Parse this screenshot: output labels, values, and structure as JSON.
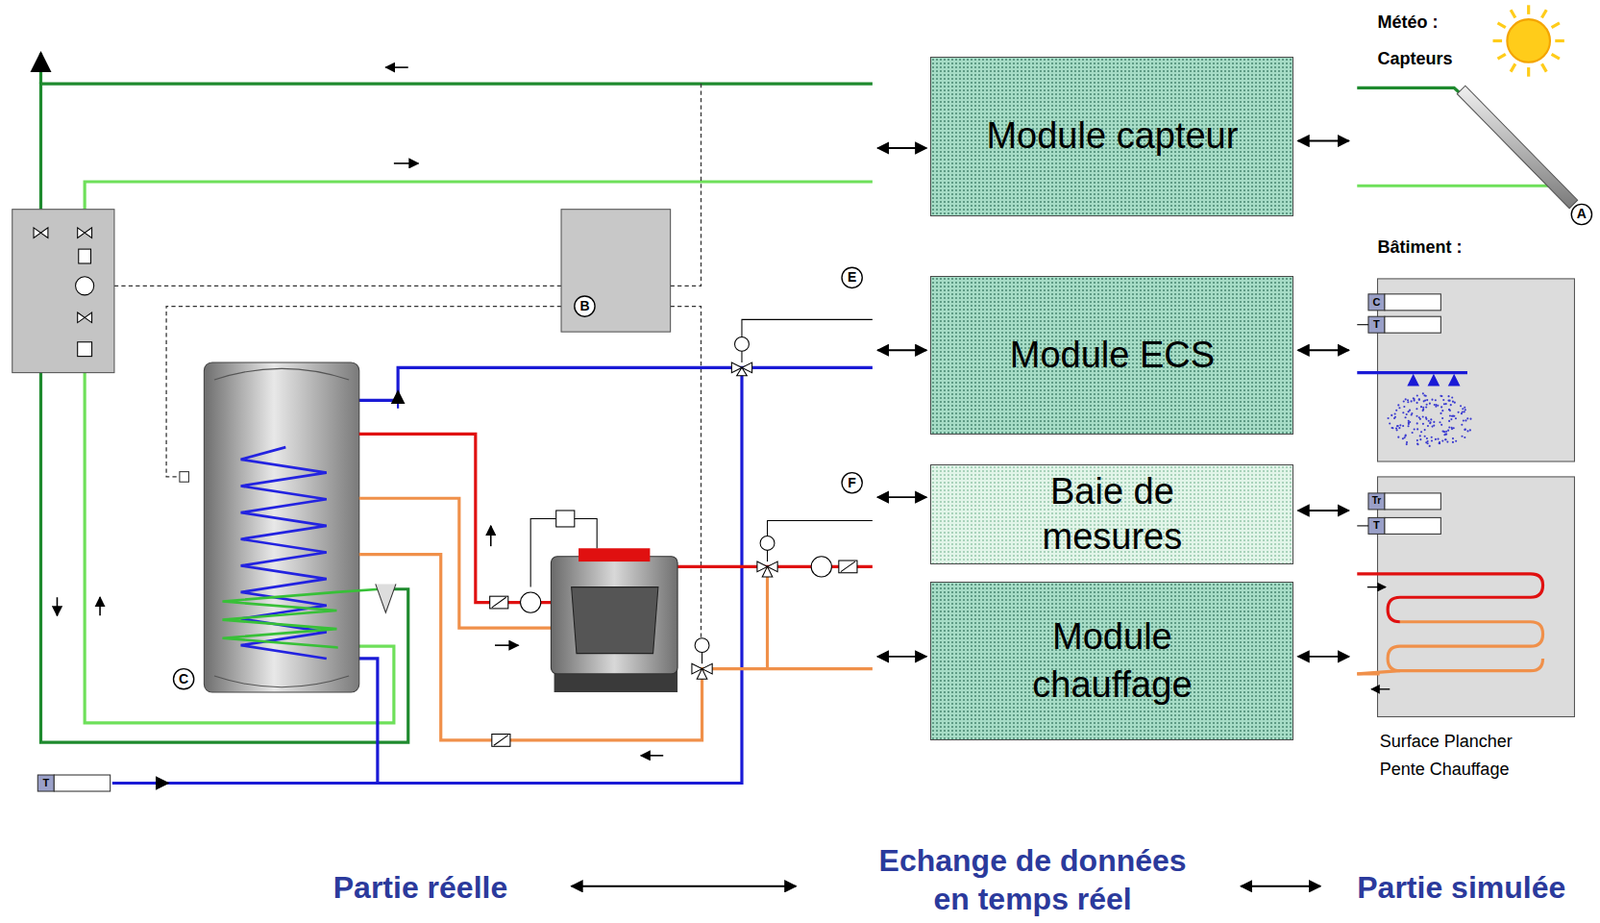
{
  "diagram": {
    "nodes": [
      {
        "text": [
          "Module capteur"
        ]
      },
      {
        "text": [
          "Module ECS"
        ]
      },
      {
        "text": [
          "Baie de mesures"
        ]
      },
      {
        "text": [
          "Module chauffage"
        ]
      }
    ],
    "labels": [
      "Météo :",
      "Capteurs",
      "A",
      "Bâtiment :",
      "C",
      "T",
      "Tr",
      "T",
      "Surface Plancher",
      "Pente Chauffage",
      "B",
      "E",
      "F",
      "C",
      "T",
      "Partie réelle",
      "Echange de données en temps réel",
      "Partie simulée"
    ]
  }
}
